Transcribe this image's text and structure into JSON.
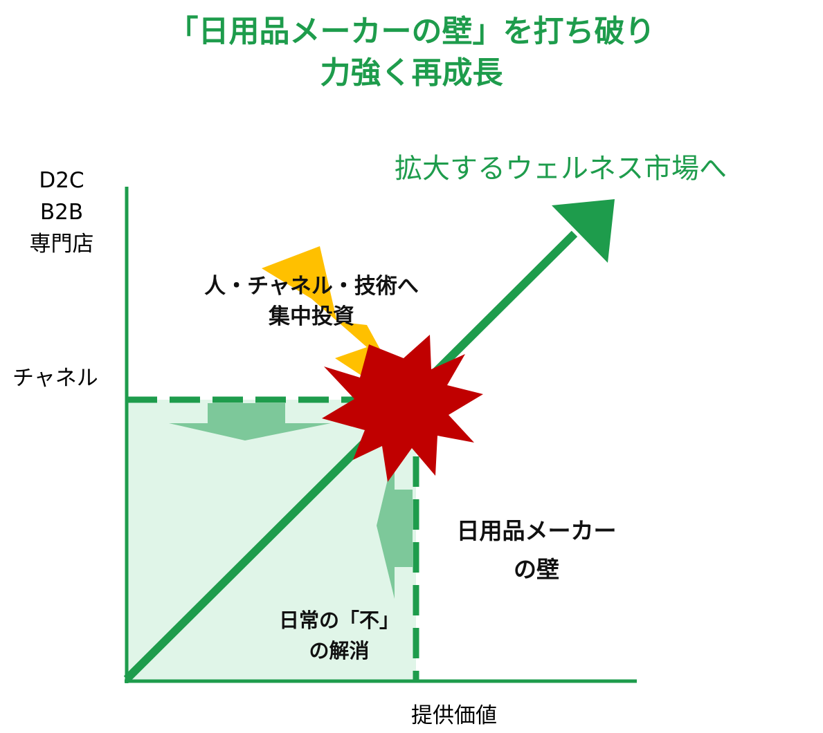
{
  "title": {
    "line1": "「日用品メーカーの壁」を打ち破り",
    "line2": "力強く再成長"
  },
  "y_axis": {
    "top_labels": [
      "D2C",
      "B2B",
      "専門店"
    ],
    "channel_label": "チャネル"
  },
  "x_axis": {
    "label": "提供価値"
  },
  "market_label": "拡大するウェルネス市場へ",
  "invest_label": {
    "line1": "人・チャネル・技術へ",
    "line2": "集中投資"
  },
  "wall_label": {
    "line1": "日用品メーカー",
    "line2": "の壁"
  },
  "fu_label": {
    "line1": "日常の「不」",
    "line2": "の解消"
  },
  "colors": {
    "green": "#1e9c4c",
    "light_fill": "#e0f5e8",
    "mid_green": "#7dc89a",
    "burst_red": "#c00000",
    "bolt_yellow": "#ffc000"
  }
}
